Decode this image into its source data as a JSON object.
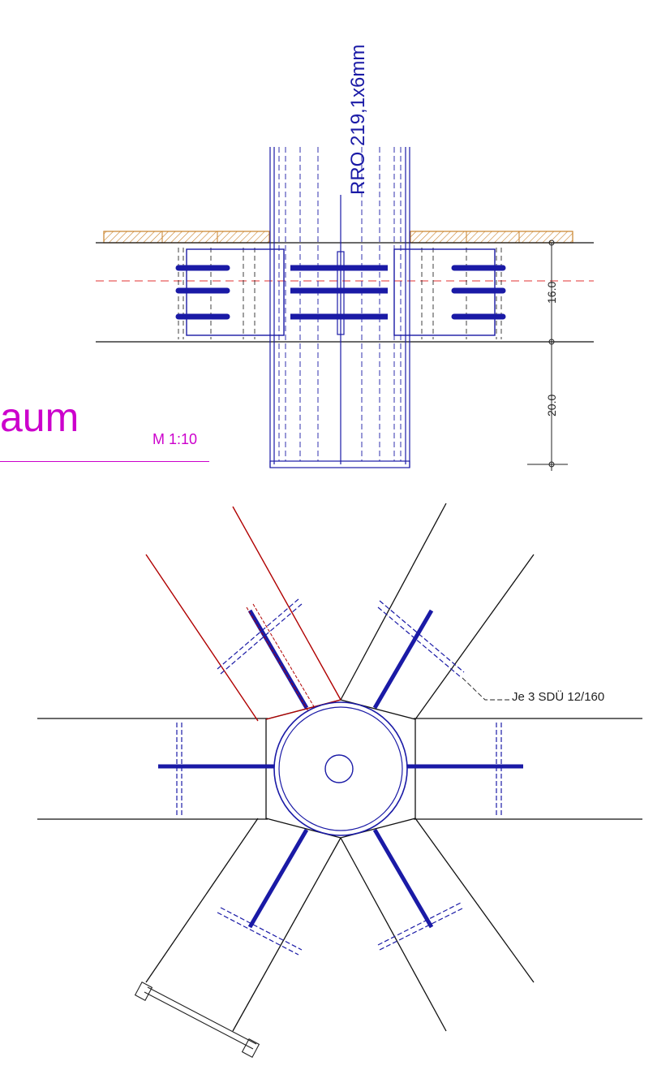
{
  "title": {
    "main": "aum",
    "scale": "M 1:10"
  },
  "profile_label": "RRO 219,1x6mm",
  "dimensions": {
    "upper": "16.0",
    "lower": "20.0"
  },
  "connector_note": "Je 3 SDÜ 12/160",
  "colors": {
    "steel": "#1a1aa6",
    "timber_line": "#111111",
    "highlight_beam": "#b00000",
    "title": "#cc00cc",
    "decking": "#c9822a",
    "axis": "#e03030"
  }
}
